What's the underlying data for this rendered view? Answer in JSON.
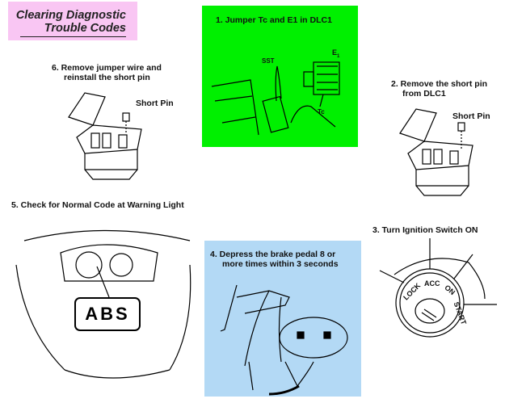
{
  "title": {
    "line1": "Clearing Diagnostic",
    "line2": "Trouble Codes"
  },
  "steps": {
    "s1": {
      "text": "1. Jumper Tc and E1 in DLC1",
      "labels": {
        "sst": "SST",
        "e1": "E",
        "e1_sub": "1",
        "tc": "Tc"
      }
    },
    "s2": {
      "line1": "2. Remove the short pin",
      "line2": "from DLC1",
      "label": "Short Pin"
    },
    "s3": {
      "text": "3. Turn Ignition Switch ON",
      "labels": {
        "lock": "LOCK",
        "acc": "ACC",
        "on": "ON",
        "start": "START"
      }
    },
    "s4": {
      "line1": "4. Depress the brake pedal 8 or",
      "line2": "more times within 3 seconds"
    },
    "s5": {
      "text": "5. Check for Normal Code at Warning Light",
      "badge": "ABS"
    },
    "s6": {
      "line1": "6. Remove jumper wire and",
      "line2": "reinstall the short pin",
      "label": "Short Pin"
    }
  },
  "colors": {
    "title_bg": "#f9c6f3",
    "step1_bg": "#00f000",
    "step4_bg": "#b3d9f5"
  }
}
